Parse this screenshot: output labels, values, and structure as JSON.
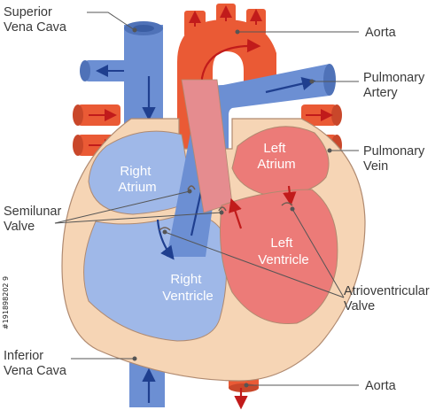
{
  "colors": {
    "blue": "#6c8fd3",
    "light_blue": "#9fb8e8",
    "red": "#ea5a35",
    "pink": "#e58c8f",
    "salmon": "#ec7b78",
    "cream": "#f6d5b5",
    "outline": "#b08a70",
    "arrow": "#1f3f8f",
    "arrow_red": "#c11b1b"
  },
  "labels": {
    "superior_vena_cava": [
      "Superior",
      "Vena Cava"
    ],
    "aorta_top": "Aorta",
    "pulmonary_artery": [
      "Pulmonary",
      "Artery"
    ],
    "pulmonary_vein": [
      "Pulmonary",
      "Vein"
    ],
    "semilunar_valve": [
      "Semilunar",
      "Valve"
    ],
    "atrioventricular_valve": [
      "Atrioventricular",
      "Valve"
    ],
    "inferior_vena_cava": [
      "Inferior",
      "Vena Cava"
    ],
    "aorta_bottom": "Aorta",
    "right_atrium": [
      "Right",
      "Atrium"
    ],
    "left_atrium": [
      "Left",
      "Atrium"
    ],
    "right_ventricle": [
      "Right",
      "Ventricle"
    ],
    "left_ventricle": [
      "Left",
      "Ventricle"
    ]
  },
  "watermark": "#191898202 9"
}
